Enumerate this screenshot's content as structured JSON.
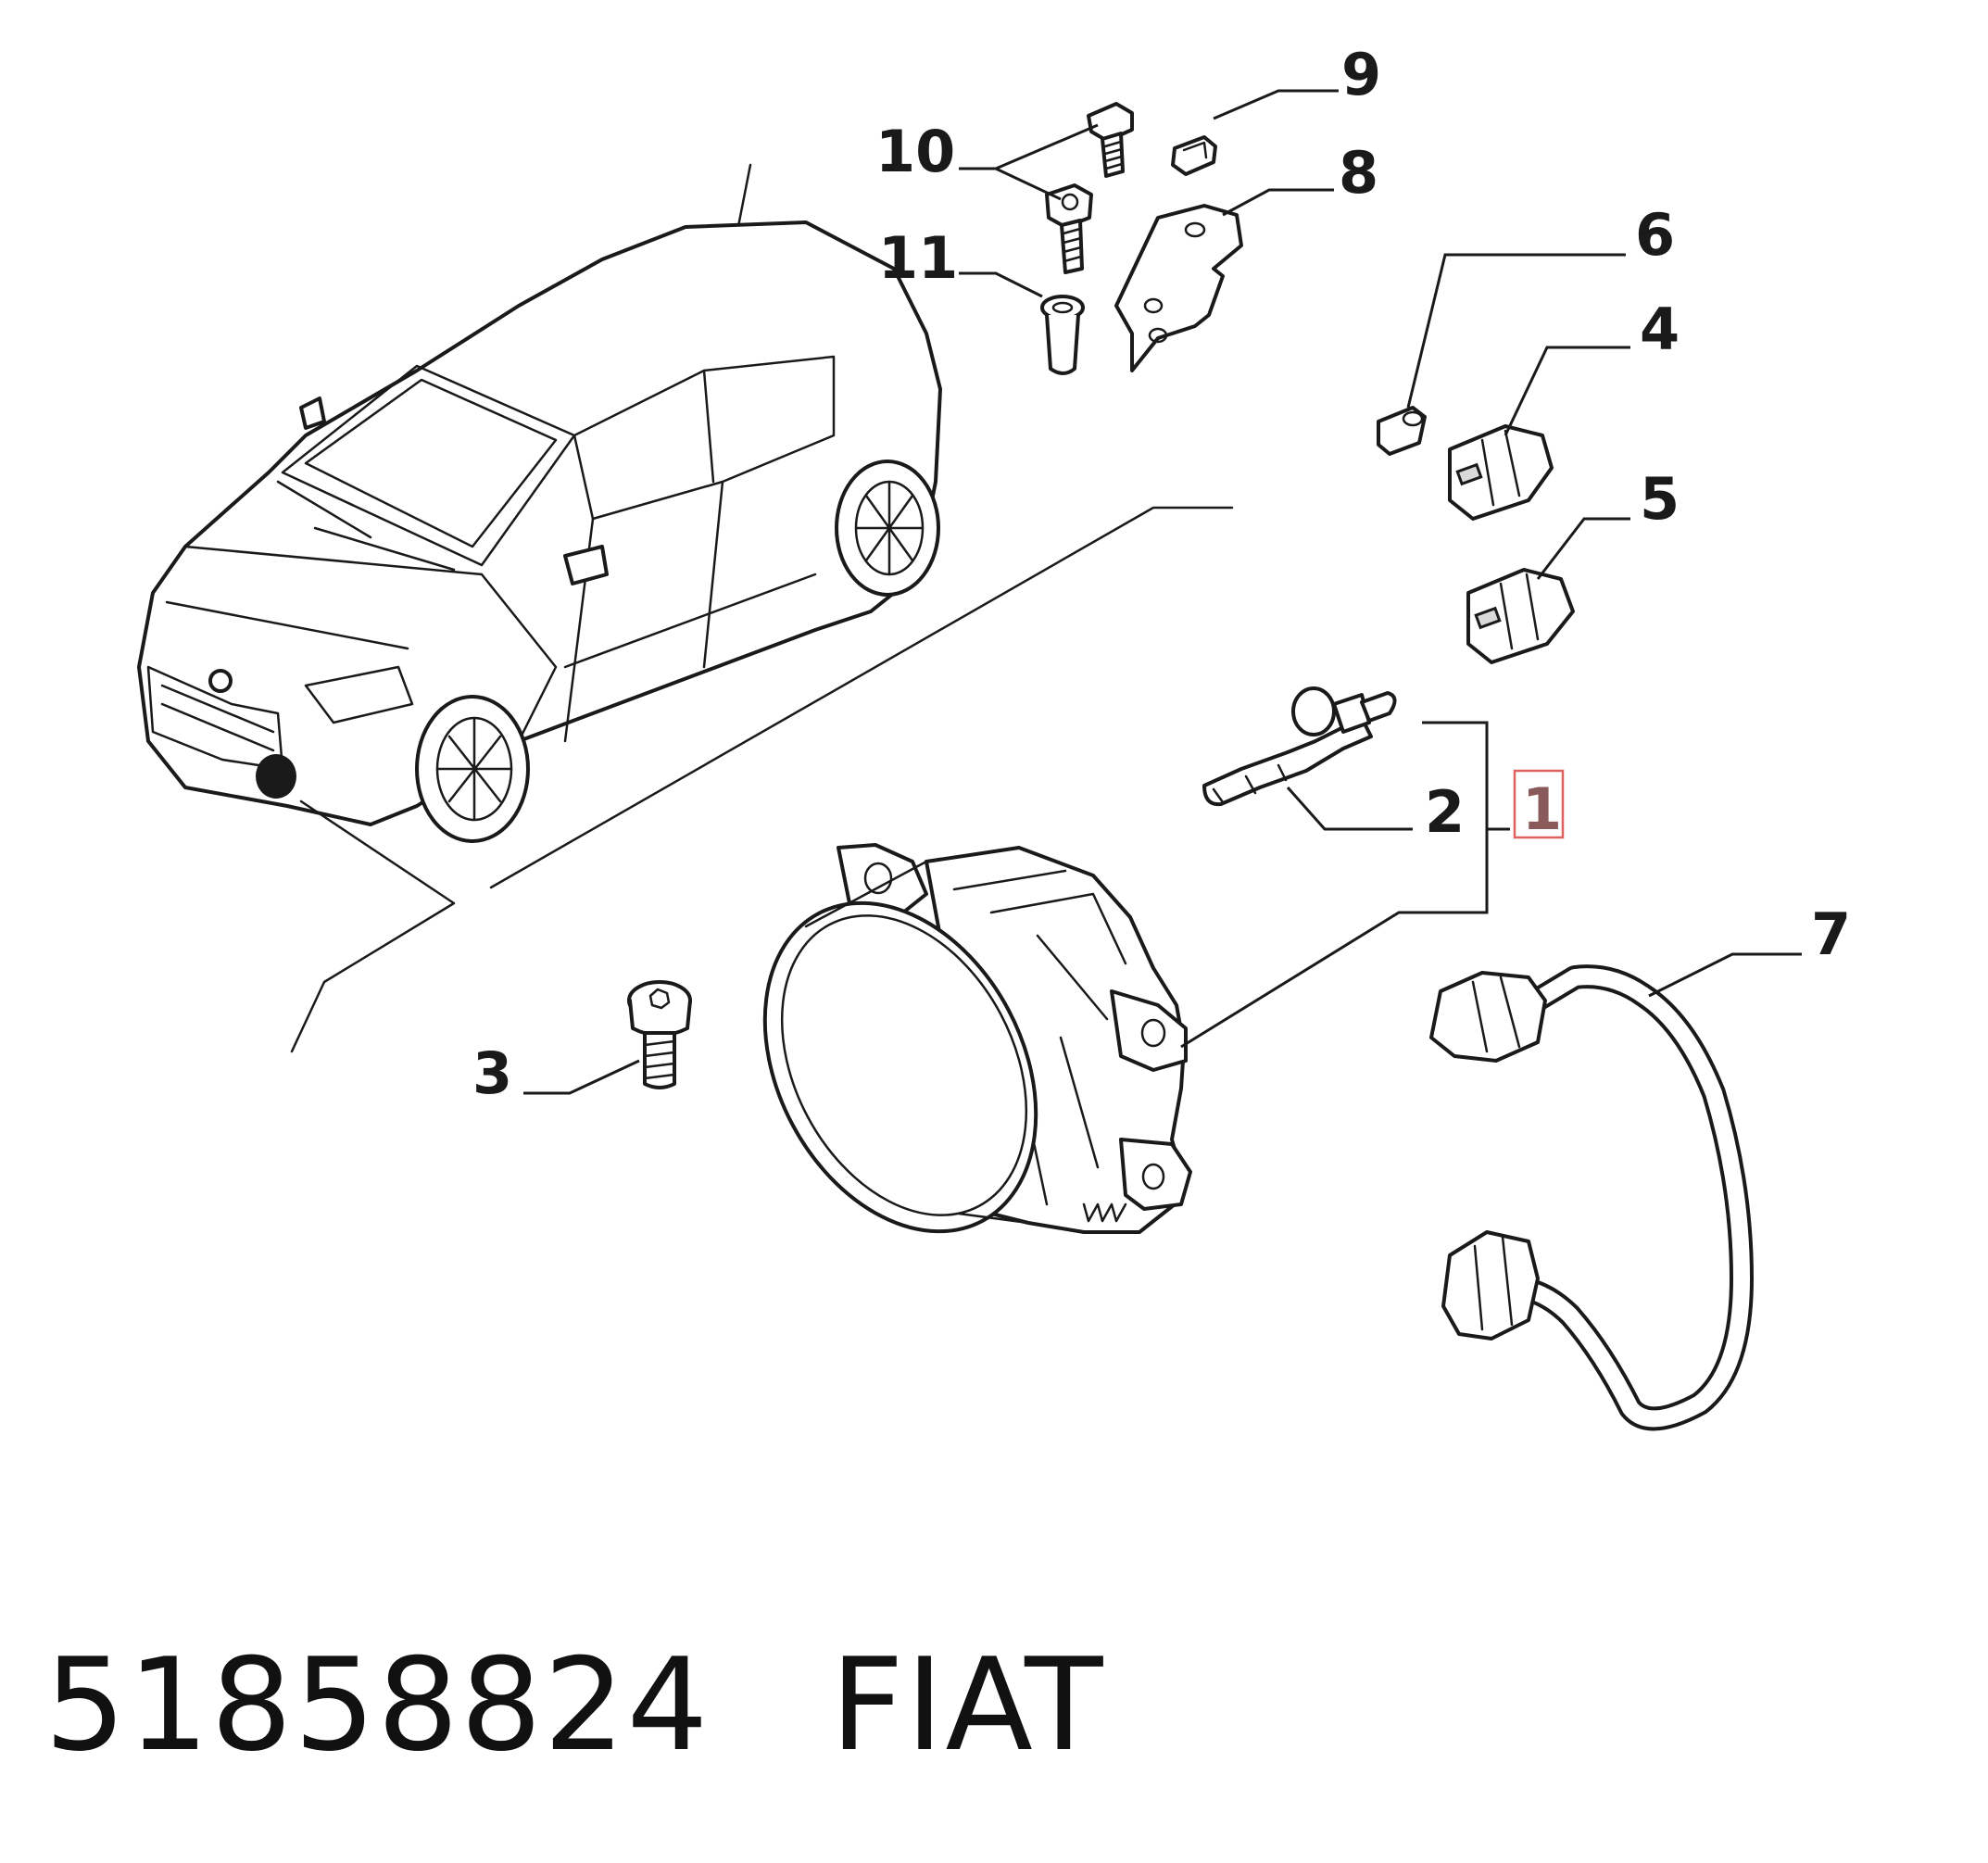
{
  "diagram": {
    "callouts": {
      "c1": "1",
      "c2": "2",
      "c3": "3",
      "c4": "4",
      "c5": "5",
      "c6": "6",
      "c7": "7",
      "c8": "8",
      "c9": "9",
      "c10": "10",
      "c11": "11"
    },
    "highlighted_callout": "1"
  },
  "footer": {
    "part_number": "51858824",
    "brand": "FIAT"
  },
  "colors": {
    "line": "#1a1a1a",
    "highlight_box": "#e06060",
    "highlight_text": "#8a5a5a",
    "background": "#ffffff"
  }
}
